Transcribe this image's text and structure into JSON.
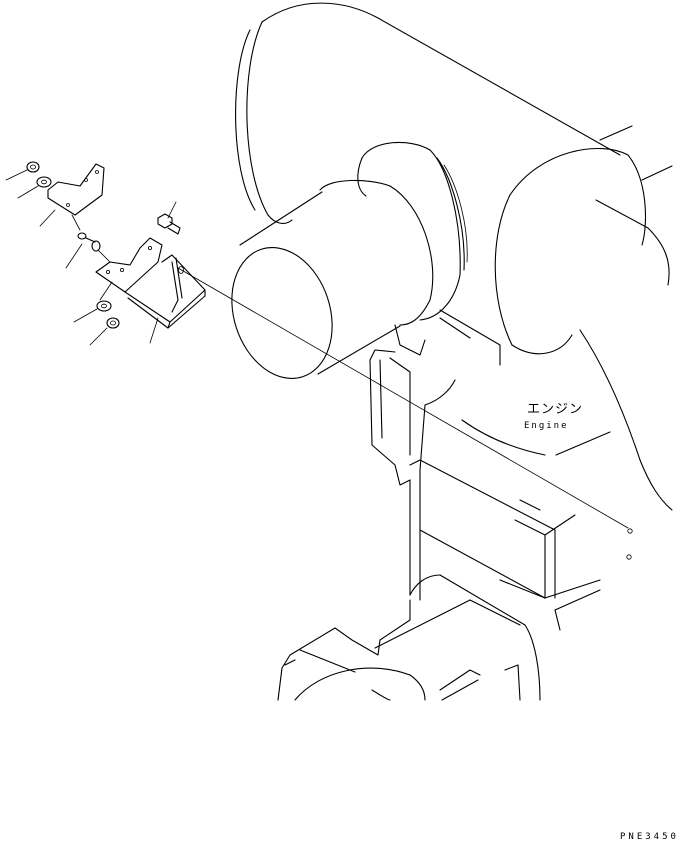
{
  "labels": {
    "engine_jp": "エンジン",
    "engine_en": "Engine"
  },
  "drawing_code": "PNE3450",
  "colors": {
    "line": "#000000",
    "background": "#ffffff"
  }
}
